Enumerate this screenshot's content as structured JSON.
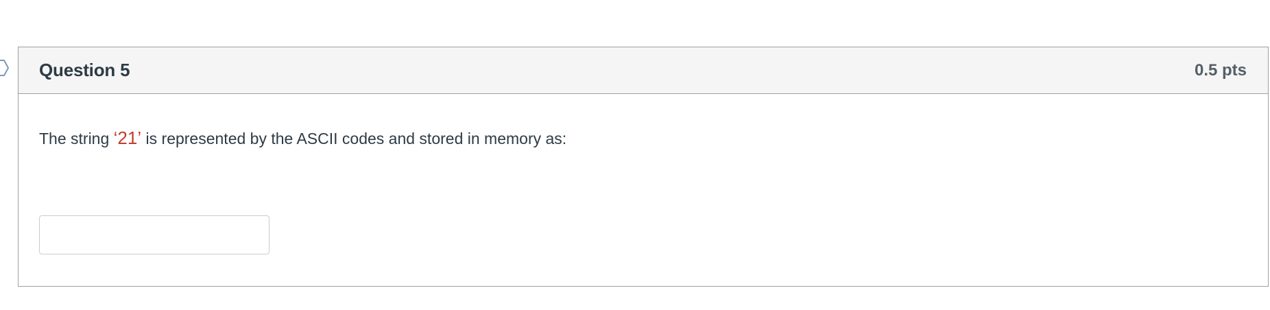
{
  "question": {
    "title": "Question 5",
    "points": "0.5 pts",
    "text_before": "The string ",
    "text_highlight": "‘21’",
    "text_after": " is represented by the ASCII codes and stored in memory as:",
    "answer_value": "",
    "answer_placeholder": ""
  },
  "colors": {
    "header_bg": "#f5f5f5",
    "border": "#a0a0a0",
    "text": "#2d3b45",
    "highlight": "#c23c2d",
    "bookmark": "#7a9bb8"
  },
  "icons": {
    "bookmark": "bookmark-icon"
  }
}
